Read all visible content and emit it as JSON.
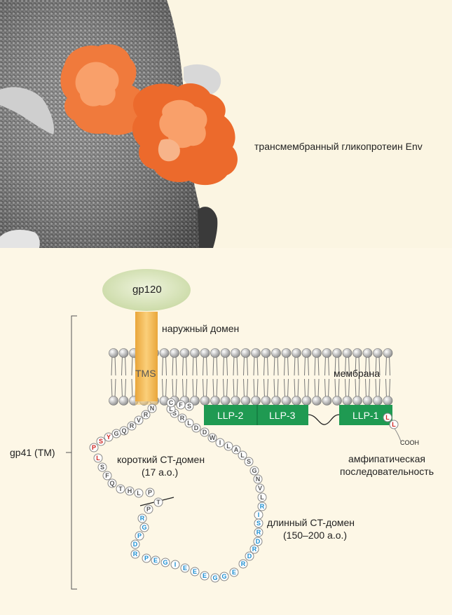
{
  "photo": {
    "env_label": "трансмембранный гликопротеин Env"
  },
  "diagram": {
    "gp120": "gp120",
    "outer_domain": "наружный домен",
    "tms": "TMS",
    "membrane": "мембрана",
    "gp41": "gp41 (TM)",
    "llp2": "LLP-2",
    "llp3": "LLP-3",
    "llp1": "LLP-1",
    "cooh": "COOH",
    "amphi_line1": "амфипатическая",
    "amphi_line2": "последовательность",
    "short_ct_line1": "короткий CT-домен",
    "short_ct_line2": "(17 а.о.)",
    "long_ct_line1": "длинный CT-домен",
    "long_ct_line2": "(150–200 а.о.)"
  },
  "residues": {
    "short_chain": [
      "N",
      "R",
      "V",
      "R",
      "Q",
      "G",
      "Y",
      "S",
      "P",
      "L",
      "S",
      "F",
      "Q",
      "T",
      "H",
      "L",
      "P"
    ],
    "short_red": [
      "Y",
      "S",
      "P",
      "L"
    ],
    "long_chain": [
      "T",
      "P",
      "R",
      "G",
      "P",
      "D",
      "R",
      "P",
      "E",
      "G",
      "I",
      "E",
      "E",
      "E",
      "G",
      "G",
      "E",
      "R",
      "D",
      "R",
      "D",
      "R",
      "S",
      "I",
      "R",
      "L",
      "V",
      "N",
      "G",
      "S",
      "L",
      "A",
      "L",
      "I",
      "W",
      "D",
      "D",
      "L",
      "R",
      "S",
      "L",
      "C",
      "F",
      "S"
    ],
    "long_blue": [
      "R",
      "G",
      "P",
      "D",
      "R",
      "P",
      "E",
      "G",
      "I",
      "E",
      "E",
      "E",
      "G",
      "G",
      "E",
      "R",
      "D",
      "R",
      "D",
      "R",
      "S",
      "I",
      "R"
    ],
    "tail": [
      "L",
      "L"
    ]
  }
}
